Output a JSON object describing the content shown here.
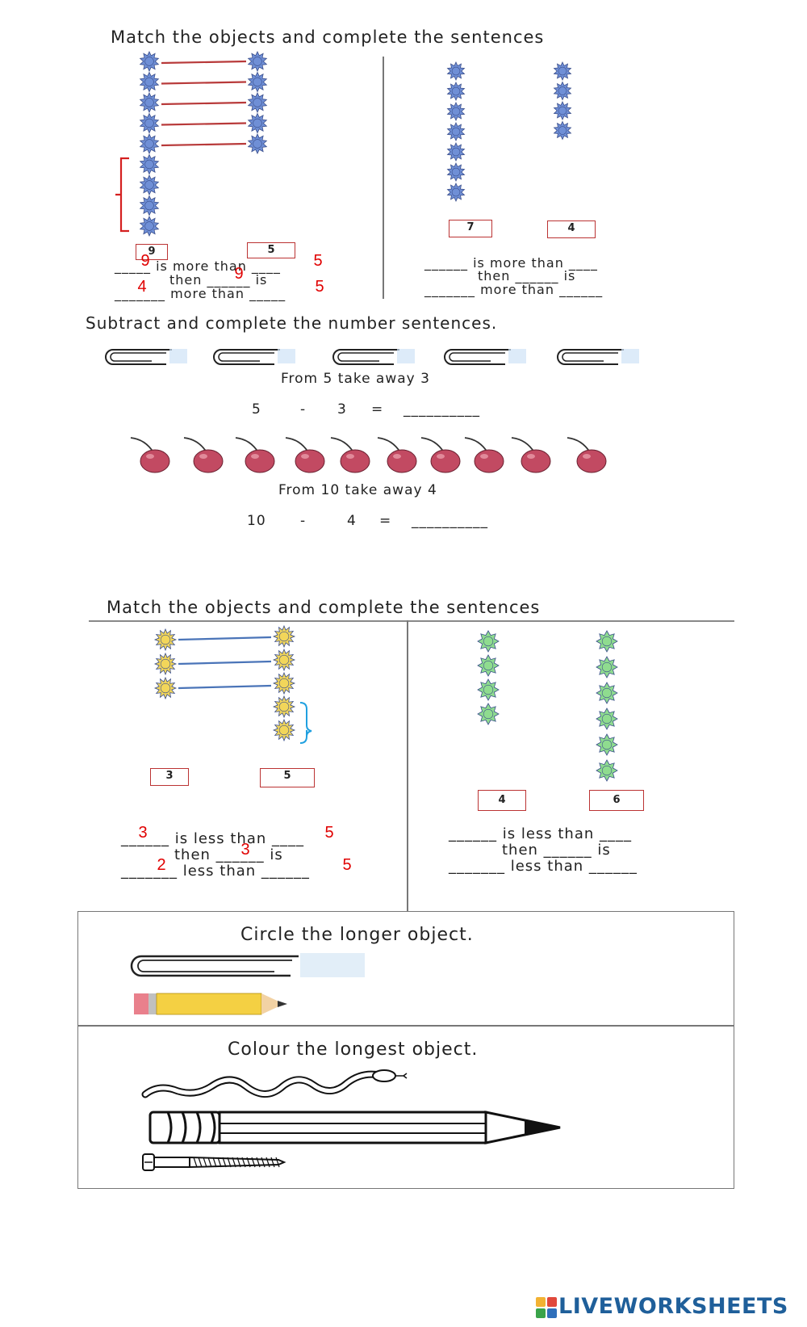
{
  "section1": {
    "title": "Match the objects and complete the sentences",
    "left": {
      "count_a": "9",
      "count_b": "5",
      "sentence_line1": "_____ is more than ____",
      "sentence_line2": "then ______ is",
      "sentence_line3": "_______ more than _____",
      "answers": {
        "a1": "9",
        "a2": "5",
        "a3": "9",
        "a4": "4",
        "a5": "5"
      }
    },
    "right": {
      "count_a": "7",
      "count_b": "4",
      "sentence_line1": "______ is more than ____",
      "sentence_line2": "then ______ is",
      "sentence_line3": "_______ more than ______"
    },
    "star_color": "#6f8fd6"
  },
  "section2": {
    "title": "Subtract and complete the number sentences.",
    "problem1": {
      "caption": "From 5 take away 3",
      "a": "5",
      "op": "-",
      "b": "3",
      "eq": "=",
      "blank": "__________"
    },
    "problem2": {
      "caption": "From 10 take away 4",
      "a": "10",
      "op": "-",
      "b": "4",
      "eq": "=",
      "blank": "__________"
    },
    "cherry_color": "#c24a62"
  },
  "section3": {
    "title": "Match the objects and complete the sentences",
    "left": {
      "count_a": "3",
      "count_b": "5",
      "sentence_line1": "______ is less than ____",
      "sentence_line2": "then ______ is",
      "sentence_line3": "_______ less than ______",
      "answers": {
        "a1": "3",
        "a2": "5",
        "a3": "3",
        "a4": "2",
        "a5": "5"
      }
    },
    "right": {
      "count_a": "4",
      "count_b": "6",
      "sentence_line1": "______ is less than ____",
      "sentence_line2": "then ______ is",
      "sentence_line3": "_______ less than ______"
    },
    "sun_color": "#f2d65a",
    "flower_color": "#8fdc8f"
  },
  "section4": {
    "title": "Circle the longer object."
  },
  "section5": {
    "title": "Colour the longest object."
  },
  "footer": {
    "brand": "LIVEWORKSHEETS",
    "logo_letters": "LIVE"
  }
}
